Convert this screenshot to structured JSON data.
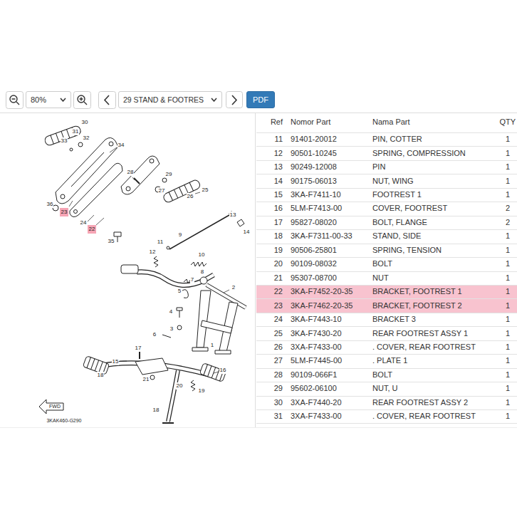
{
  "diagram": {
    "nodes": [
      {
        "text": [
          "80%"
        ]
      },
      {
        "text": [
          "29 STAND & FOOTRES"
        ]
      },
      {
        "text": [
          "PDF"
        ]
      },
      {
        "text": [
          "23"
        ]
      },
      {
        "text": [
          "22"
        ]
      },
      {
        "text": [
          "FWD"
        ]
      }
    ],
    "labels": [
      "Ref",
      "Nomor Part",
      "Nama Part",
      "QTY",
      "11",
      "91401-20012",
      "PIN, COTTER",
      "1",
      "12",
      "90501-10245",
      "SPRING, COMPRESSION",
      "1",
      "13",
      "90249-12008",
      "PIN",
      "1",
      "14",
      "90175-06013",
      "NUT, WING",
      "1",
      "15",
      "3KA-F7411-10",
      "FOOTREST 1",
      "1",
      "16",
      "5LM-F7413-00",
      "COVER, FOOTREST",
      "2",
      "17",
      "95827-08020",
      "BOLT, FLANGE",
      "2",
      "18",
      "3KA-F7311-00-33",
      "STAND, SIDE",
      "1",
      "19",
      "90506-25801",
      "SPRING, TENSION",
      "1",
      "20",
      "90109-08032",
      "BOLT",
      "1",
      "21",
      "95307-08700",
      "NUT",
      "1",
      "22",
      "3KA-F7452-20-35",
      "BRACKET, FOOTREST 1",
      "1",
      "23",
      "3KA-F7462-20-35",
      "BRACKET, FOOTREST 2",
      "1",
      "24",
      "3KA-F7443-10",
      "BRACKET 3",
      "1",
      "25",
      "3KA-F7430-20",
      "REAR FOOTREST ASSY 1",
      "1",
      "26",
      "3XA-F7433-00",
      ". COVER, REAR FOOTREST",
      "1",
      "27",
      "5LM-F7445-00",
      ". PLATE 1",
      "1",
      "28",
      "90109-066F1",
      "BOLT",
      "1",
      "29",
      "95602-06100",
      "NUT, U",
      "1",
      "30",
      "3XA-F7440-20",
      "REAR FOOTREST ASSY 2",
      "1",
      "31",
      "3XA-F7433-00",
      ". COVER, REAR FOOTREST",
      "1",
      "30",
      "31",
      "32",
      "33",
      "34",
      "36",
      "24",
      "35",
      "28",
      "29",
      "27",
      "26",
      "25",
      "13",
      "14",
      "11",
      "9",
      "12",
      "10",
      "8",
      "7",
      "2",
      "5",
      "4",
      "3",
      "6",
      "1",
      "17",
      "15",
      "18",
      "16",
      "21",
      "20",
      "19",
      "18",
      "3KAK460-G290"
    ]
  }
}
